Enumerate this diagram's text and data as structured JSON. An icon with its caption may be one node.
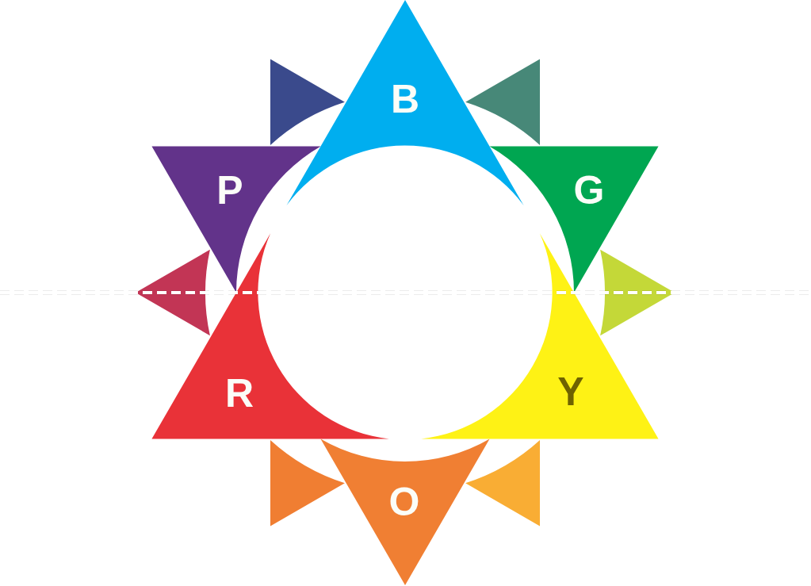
{
  "diagram": {
    "nodes": [
      {
        "text": [
          "B"
        ]
      },
      {
        "text": [],
        "shape": "triangle"
      },
      {
        "text": [
          "G"
        ]
      },
      {
        "text": [],
        "shape": "triangle"
      },
      {
        "text": [
          "Y"
        ]
      },
      {
        "text": [],
        "shape": "triangle"
      },
      {
        "text": [
          "O"
        ]
      },
      {
        "text": [],
        "shape": "triangle"
      },
      {
        "text": [
          "R"
        ]
      },
      {
        "text": [],
        "shape": "triangle"
      },
      {
        "text": [
          "P"
        ]
      },
      {
        "text": [],
        "shape": "triangle"
      }
    ]
  }
}
